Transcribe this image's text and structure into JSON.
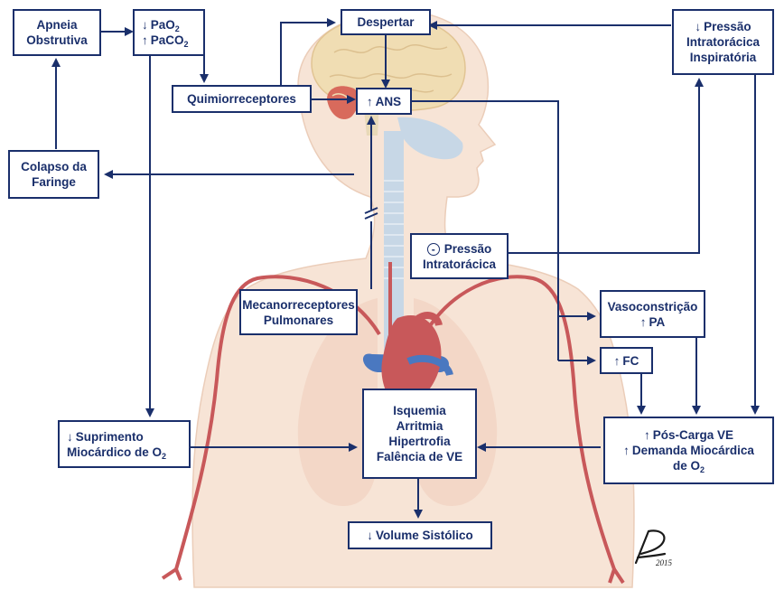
{
  "colors": {
    "box_border": "#1a2f6b",
    "text": "#1a2f6b",
    "body_skin": "#f7e4d6",
    "brain": "#f0ddb3",
    "arteries": "#c8585a",
    "veins": "#4a78c0",
    "lungs": "#f3d7c7",
    "airway": "#c7d7e6"
  },
  "boxes": {
    "apneia": {
      "arrow": "",
      "lines": [
        "Apneia",
        "Obstrutiva"
      ]
    },
    "gases": {
      "line1_arrow": "↓",
      "line1": "PaO",
      "line1_sub": "2",
      "line2_arrow": "↑",
      "line2": "PaCO",
      "line2_sub": "2"
    },
    "despertar": {
      "label": "Despertar"
    },
    "pressao_inspiratoria": {
      "line1_arrow": "↓",
      "line1": "Pressão",
      "line2": "Intratorácica",
      "line3": "Inspiratória"
    },
    "quimiorreceptores": {
      "label": "Quimiorreceptores"
    },
    "ans": {
      "arrow": "↑",
      "label": "ANS"
    },
    "colapso": {
      "line1": "Colapso da",
      "line2": "Faringe"
    },
    "pressao_intratoracica": {
      "symbol": "-",
      "line1": "Pressão",
      "line2": "Intratorácica"
    },
    "mecanorreceptores": {
      "line1": "Mecanorreceptores",
      "line2": "Pulmonares"
    },
    "vasoconstricao": {
      "line1": "Vasoconstrição",
      "line2_arrow": "↑",
      "line2": "PA"
    },
    "fc": {
      "arrow": "↑",
      "label": "FC"
    },
    "isquemia": {
      "lines": [
        "Isquemia",
        "Arritmia",
        "Hipertrofia",
        "Falência de VE"
      ]
    },
    "suprimento": {
      "line1_arrow": "↓",
      "line1": "Suprimento",
      "line2": "Miocárdico de O",
      "line2_sub": "2"
    },
    "poscarga": {
      "line1_arrow": "↑",
      "line1": "Pós-Carga VE",
      "line2_arrow": "↑",
      "line2": "Demanda Miocárdica",
      "line3": "de O",
      "line3_sub": "2"
    },
    "volume": {
      "arrow": "↓",
      "label": "Volume Sistólico"
    }
  },
  "signature": {
    "year": "2015"
  }
}
